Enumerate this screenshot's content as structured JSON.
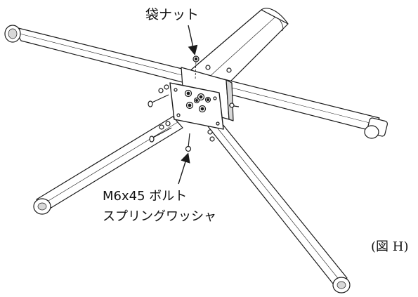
{
  "labels": {
    "cap_nut": "袋ナット",
    "bolt_line1": "M6x45 ボルト",
    "bolt_line2": "スプリングワッシャ",
    "figure_id": "(図 H)"
  },
  "colors": {
    "line": "#1a1a1a",
    "fill": "#ffffff",
    "shade": "#d8d8d8"
  }
}
